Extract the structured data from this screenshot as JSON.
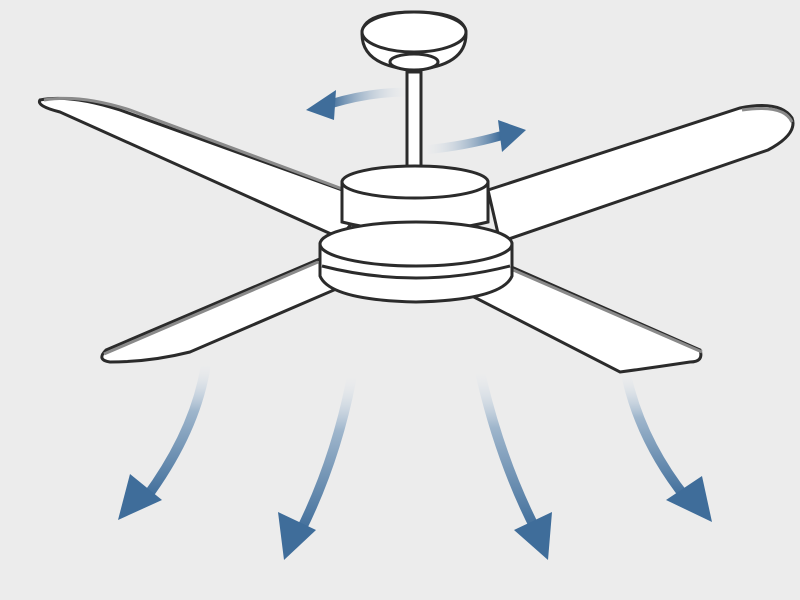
{
  "illustration": {
    "subject": "ceiling-fan",
    "blade_count": 4,
    "rotation_arrows": 2,
    "airflow_arrows": 4,
    "airflow_direction": "downward"
  },
  "colors": {
    "background": "#ececec",
    "fan_fill": "#ffffff",
    "fan_outline": "#2b2b2b",
    "blade_edge": "#8a8a8a",
    "arrow_blue": "#3f6d9a",
    "arrow_fade": "#dfe6ee"
  },
  "icons": {
    "rotation_left": "curved-arrow-left-icon",
    "rotation_right": "curved-arrow-right-icon",
    "airflow": "arrow-down-icon"
  }
}
